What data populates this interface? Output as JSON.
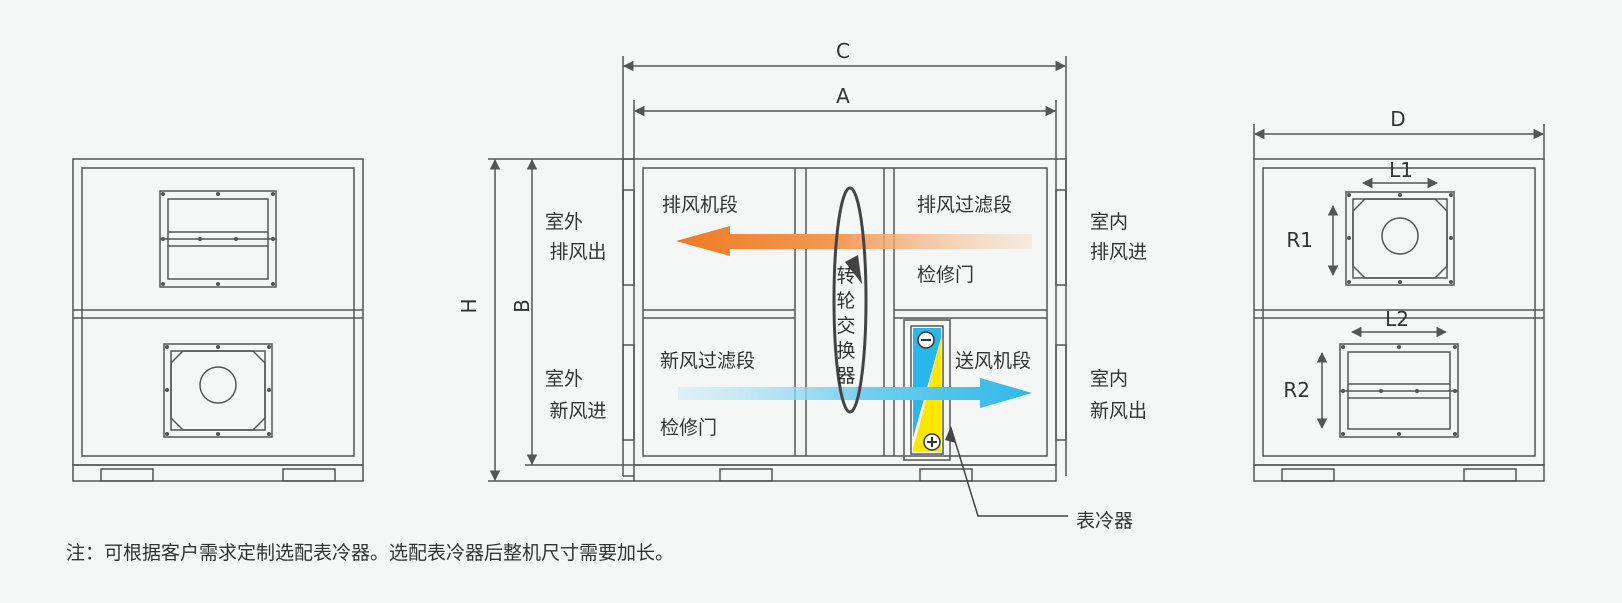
{
  "dimensions": {
    "C": "C",
    "A": "A",
    "H": "H",
    "B": "B",
    "D": "D",
    "L1": "L1",
    "L2": "L2",
    "R1": "R1",
    "R2": "R2"
  },
  "labels": {
    "outdoor_exhaust_out": [
      "室外",
      "排风出"
    ],
    "outdoor_fresh_in": [
      "室外",
      "新风进"
    ],
    "indoor_exhaust_in": [
      "室内",
      "排风进"
    ],
    "indoor_fresh_out": [
      "室内",
      "新风出"
    ],
    "exhaust_fan_section": "排风机段",
    "exhaust_filter_section": "排风过滤段",
    "access_door_top": "检修门",
    "fresh_filter_section": "新风过滤段",
    "access_door_bottom": "检修门",
    "supply_fan_section": "送风机段",
    "rotary_exchanger": [
      "转",
      "轮",
      "交",
      "换",
      "器"
    ],
    "surface_cooler": "表冷器"
  },
  "note": "注：可根据客户需求定制选配表冷器。选配表冷器后整机尺寸需要加长。",
  "colors": {
    "line": "#555555",
    "exhaust_arrow": "#ee7a22",
    "fresh_arrow": "#2fb8e6",
    "coil_blue": "#29b6e8",
    "coil_yellow": "#ffe600",
    "background": "#f5f7f7"
  },
  "icons": {
    "minus": "minus-icon",
    "plus": "plus-icon"
  }
}
